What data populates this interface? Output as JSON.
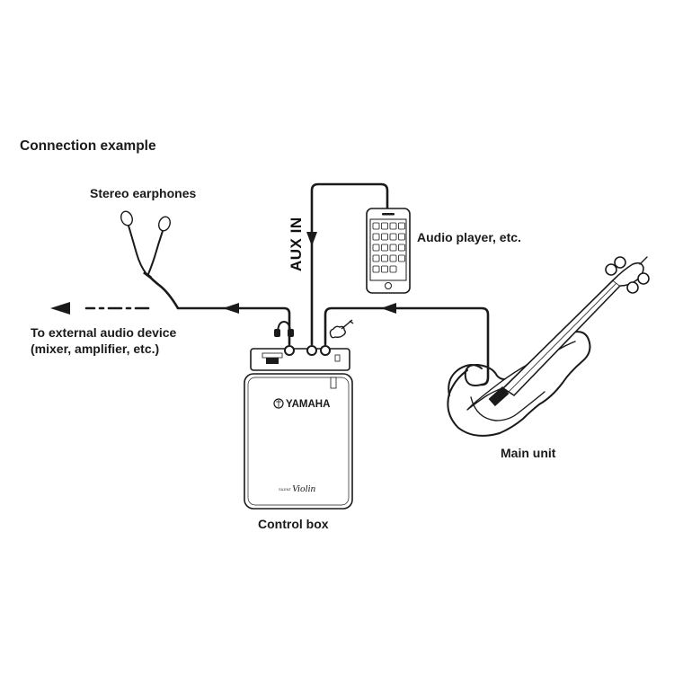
{
  "title": "Connection example",
  "labels": {
    "stereo_earphones": "Stereo earphones",
    "external_line1": "To external audio device",
    "external_line2": "(mixer, amplifier, etc.)",
    "audio_player": "Audio player, etc.",
    "aux_in": "AUX IN",
    "main_unit": "Main unit",
    "control_box": "Control box"
  },
  "control_box": {
    "logo": "YAMAHA",
    "brand_small": "SILENT",
    "brand_script": "Violin"
  },
  "colors": {
    "line": "#1a1a1a",
    "background": "#ffffff"
  },
  "icons": [
    "headphone-icon",
    "violin-icon",
    "arrow-left-icon",
    "arrow-down-icon"
  ]
}
